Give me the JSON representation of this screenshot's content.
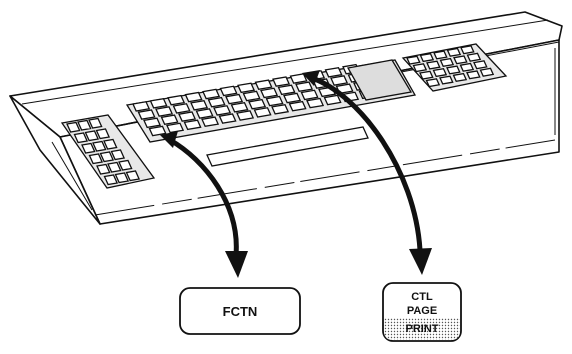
{
  "keys": {
    "fctn": {
      "label": "FCTN"
    },
    "ctl_page_print": {
      "line1": "CTL",
      "line2": "PAGE",
      "line3": "PRINT"
    }
  },
  "icons": {
    "keyboard": "keyboard-icon",
    "arrow": "arrow-down-icon"
  }
}
